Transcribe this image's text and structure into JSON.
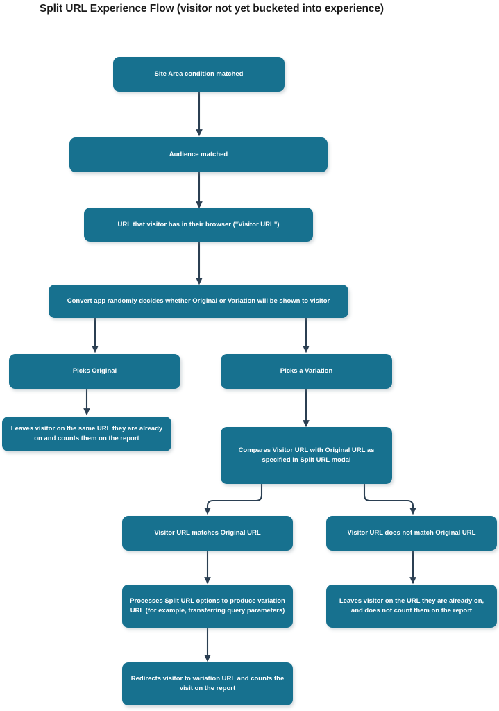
{
  "title": "Split URL Experience Flow (visitor not yet bucketed into experience)",
  "theme": {
    "node_fill": "#17718f",
    "node_text": "#ffffff",
    "edge_color": "#2b3f52",
    "background": "#ffffff",
    "title_color": "#1b1b1b"
  },
  "chart_data": {
    "type": "flowchart",
    "title": "Split URL Experience Flow (visitor not yet bucketed into experience)",
    "orientation": "top-to-bottom",
    "nodes": [
      {
        "id": "site-area",
        "label": "Site Area condition matched"
      },
      {
        "id": "audience",
        "label": "Audience matched"
      },
      {
        "id": "visitor-url",
        "label": "URL that visitor has in their browser (\"Visitor URL\")"
      },
      {
        "id": "random-decide",
        "label": "Convert app randomly decides whether Original or Variation will be shown to visitor"
      },
      {
        "id": "picks-original",
        "label": "Picks Original"
      },
      {
        "id": "picks-variation",
        "label": "Picks a Variation"
      },
      {
        "id": "leaves-same-url",
        "label": "Leaves visitor on the same URL they are already on and counts them on the report"
      },
      {
        "id": "compares-urls",
        "label": "Compares Visitor URL with Original URL as specified in Split URL modal"
      },
      {
        "id": "url-matches",
        "label": "Visitor URL matches Original URL"
      },
      {
        "id": "url-not-matches",
        "label": "Visitor URL does not match Original URL"
      },
      {
        "id": "processes-opts",
        "label": "Processes Split URL options to produce variation URL (for example, transferring query parameters)"
      },
      {
        "id": "leaves-no-count",
        "label": "Leaves visitor on the URL they are already on, and does not count them on the report"
      },
      {
        "id": "redirects",
        "label": "Redirects visitor to variation URL and counts the visit on the report"
      }
    ],
    "edges": [
      {
        "from": "site-area",
        "to": "audience"
      },
      {
        "from": "audience",
        "to": "visitor-url"
      },
      {
        "from": "visitor-url",
        "to": "random-decide"
      },
      {
        "from": "random-decide",
        "to": "picks-original"
      },
      {
        "from": "random-decide",
        "to": "picks-variation"
      },
      {
        "from": "picks-original",
        "to": "leaves-same-url"
      },
      {
        "from": "picks-variation",
        "to": "compares-urls"
      },
      {
        "from": "compares-urls",
        "to": "url-matches"
      },
      {
        "from": "compares-urls",
        "to": "url-not-matches"
      },
      {
        "from": "url-matches",
        "to": "processes-opts"
      },
      {
        "from": "url-not-matches",
        "to": "leaves-no-count"
      },
      {
        "from": "processes-opts",
        "to": "redirects"
      }
    ]
  },
  "nodes": {
    "site_area": "Site Area condition matched",
    "audience": "Audience matched",
    "visitor_url": "URL that visitor has in their browser (\"Visitor URL\")",
    "random_decide": "Convert app randomly decides whether Original or Variation will be shown to visitor",
    "picks_original": "Picks Original",
    "picks_variation": "Picks a Variation",
    "leaves_same_url": "Leaves visitor on the same URL they are already on and counts them on the report",
    "compares_urls": "Compares Visitor URL with Original URL as specified in Split URL modal",
    "url_matches": "Visitor URL matches Original URL",
    "url_not_matches": "Visitor URL does not match Original URL",
    "processes_opts": "Processes Split URL options to produce variation URL (for example, transferring query parameters)",
    "leaves_no_count": "Leaves visitor on the URL they are already on, and does not count them on the report",
    "redirects": "Redirects visitor to variation URL and counts the visit on the report"
  }
}
